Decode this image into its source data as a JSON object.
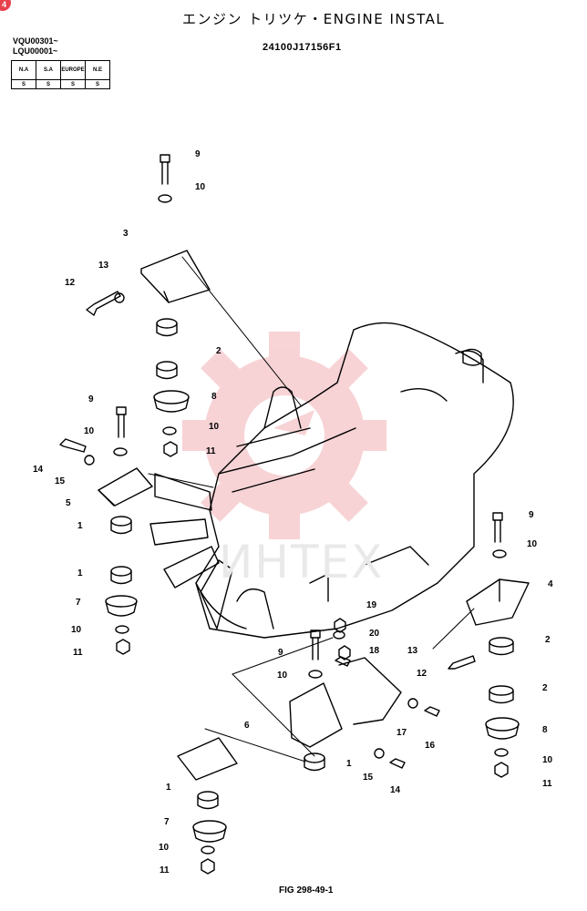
{
  "header": {
    "title": "エンジン トリツケ・ENGINE INSTAL",
    "part_number": "24100J17156F1",
    "serials": [
      "VQU00301~",
      "LQU00001~"
    ]
  },
  "applicability": {
    "headers": [
      "N.A",
      "S.A",
      "EUROPE",
      "N.E"
    ],
    "values": [
      "S",
      "S",
      "S",
      "S"
    ]
  },
  "badge": "4",
  "watermark": "ИНТЕХ",
  "footer": "FIG 298-49-1",
  "callouts": [
    {
      "text": "9"
    },
    {
      "text": "10"
    },
    {
      "text": "3"
    },
    {
      "text": "13"
    },
    {
      "text": "12"
    },
    {
      "text": "2"
    },
    {
      "text": "8"
    },
    {
      "text": "9"
    },
    {
      "text": "10"
    },
    {
      "text": "11"
    },
    {
      "text": "10"
    },
    {
      "text": "14"
    },
    {
      "text": "15"
    },
    {
      "text": "5"
    },
    {
      "text": "1"
    },
    {
      "text": "1"
    },
    {
      "text": "7"
    },
    {
      "text": "10"
    },
    {
      "text": "11"
    },
    {
      "text": "9"
    },
    {
      "text": "10"
    },
    {
      "text": "4"
    },
    {
      "text": "2"
    },
    {
      "text": "13"
    },
    {
      "text": "12"
    },
    {
      "text": "2"
    },
    {
      "text": "8"
    },
    {
      "text": "10"
    },
    {
      "text": "11"
    },
    {
      "text": "19"
    },
    {
      "text": "20"
    },
    {
      "text": "18"
    },
    {
      "text": "9"
    },
    {
      "text": "10"
    },
    {
      "text": "6"
    },
    {
      "text": "17"
    },
    {
      "text": "16"
    },
    {
      "text": "1"
    },
    {
      "text": "15"
    },
    {
      "text": "14"
    },
    {
      "text": "1"
    },
    {
      "text": "7"
    },
    {
      "text": "10"
    },
    {
      "text": "11"
    }
  ]
}
